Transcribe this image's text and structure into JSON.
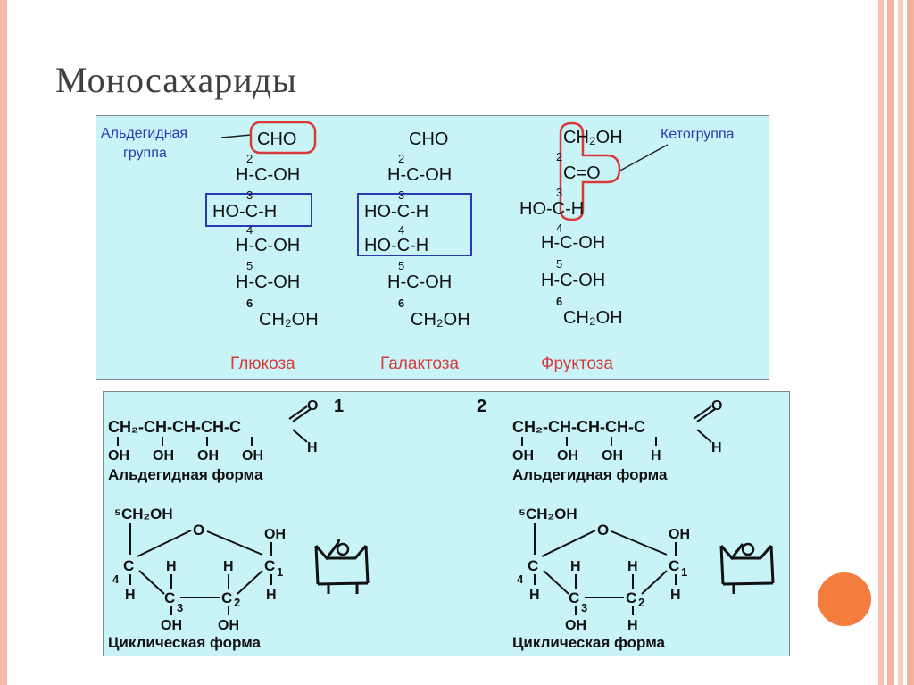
{
  "slide": {
    "title": "Моносахариды",
    "colors": {
      "accent_orange": "#f47c3c",
      "panel_bg": "#c8f4f8",
      "highlight_red": "#d83a3a",
      "highlight_blue": "#2a3ab0",
      "label_red": "#d83a3a"
    }
  },
  "panel1": {
    "annotations": {
      "aldehyde_group_line1": "Альдегидная",
      "aldehyde_group_line2": "группа",
      "keto_group": "Кетогруппа"
    },
    "glucose": {
      "name": "Глюкоза",
      "rows": [
        "CHO",
        "H-C-OH",
        "HO-C-H",
        "H-C-OH",
        "H-C-OH",
        "CH₂OH"
      ],
      "numbers": [
        "2",
        "3",
        "4",
        "5",
        "6"
      ]
    },
    "galactose": {
      "name": "Галактоза",
      "rows": [
        "CHO",
        "H-C-OH",
        "HO-C-H",
        "HO-C-H",
        "H-C-OH",
        "CH₂OH"
      ],
      "numbers": [
        "2",
        "3",
        "4",
        "5",
        "6"
      ]
    },
    "fructose": {
      "name": "Фруктоза",
      "rows": [
        "CH₂OH",
        "C=O",
        "HO-C-H",
        "H-C-OH",
        "H-C-OH",
        "CH₂OH"
      ],
      "numbers": [
        "2",
        "3",
        "4",
        "5",
        "6"
      ]
    }
  },
  "panel2": {
    "left": {
      "number": "1",
      "chain": "CH₂-CH-CH-CH-C",
      "oh_row": [
        "OH",
        "OH",
        "OH",
        "OH"
      ],
      "aldehyde_o": "O",
      "aldehyde_h": "H",
      "aldehyde_label": "Альдегидная форма",
      "cyclic_label": "Циклическая форма",
      "ring": {
        "top": "⁵CH₂OH",
        "o": "O",
        "c4": "C",
        "n4": "4",
        "h4": "H",
        "c1": "C",
        "n1": "1",
        "oh1": "OH",
        "h1": "H",
        "h3top": "H",
        "h2top": "H",
        "c3": "C",
        "n3": "3",
        "oh3": "OH",
        "c2": "C",
        "n2": "2",
        "bottom2": "OH"
      }
    },
    "right": {
      "number": "2",
      "chain": "CH₂-CH-CH-CH-C",
      "oh_row": [
        "OH",
        "OH",
        "OH",
        "H"
      ],
      "aldehyde_o": "O",
      "aldehyde_h": "H",
      "aldehyde_label": "Альдегидная форма",
      "cyclic_label": "Циклическая форма",
      "ring": {
        "top": "⁵CH₂OH",
        "o": "O",
        "c4": "C",
        "n4": "4",
        "h4": "H",
        "c1": "C",
        "n1": "1",
        "oh1": "OH",
        "h1": "H",
        "h3top": "H",
        "h2top": "H",
        "c3": "C",
        "n3": "3",
        "oh3": "OH",
        "c2": "C",
        "n2": "2",
        "bottom2": "H"
      }
    }
  }
}
